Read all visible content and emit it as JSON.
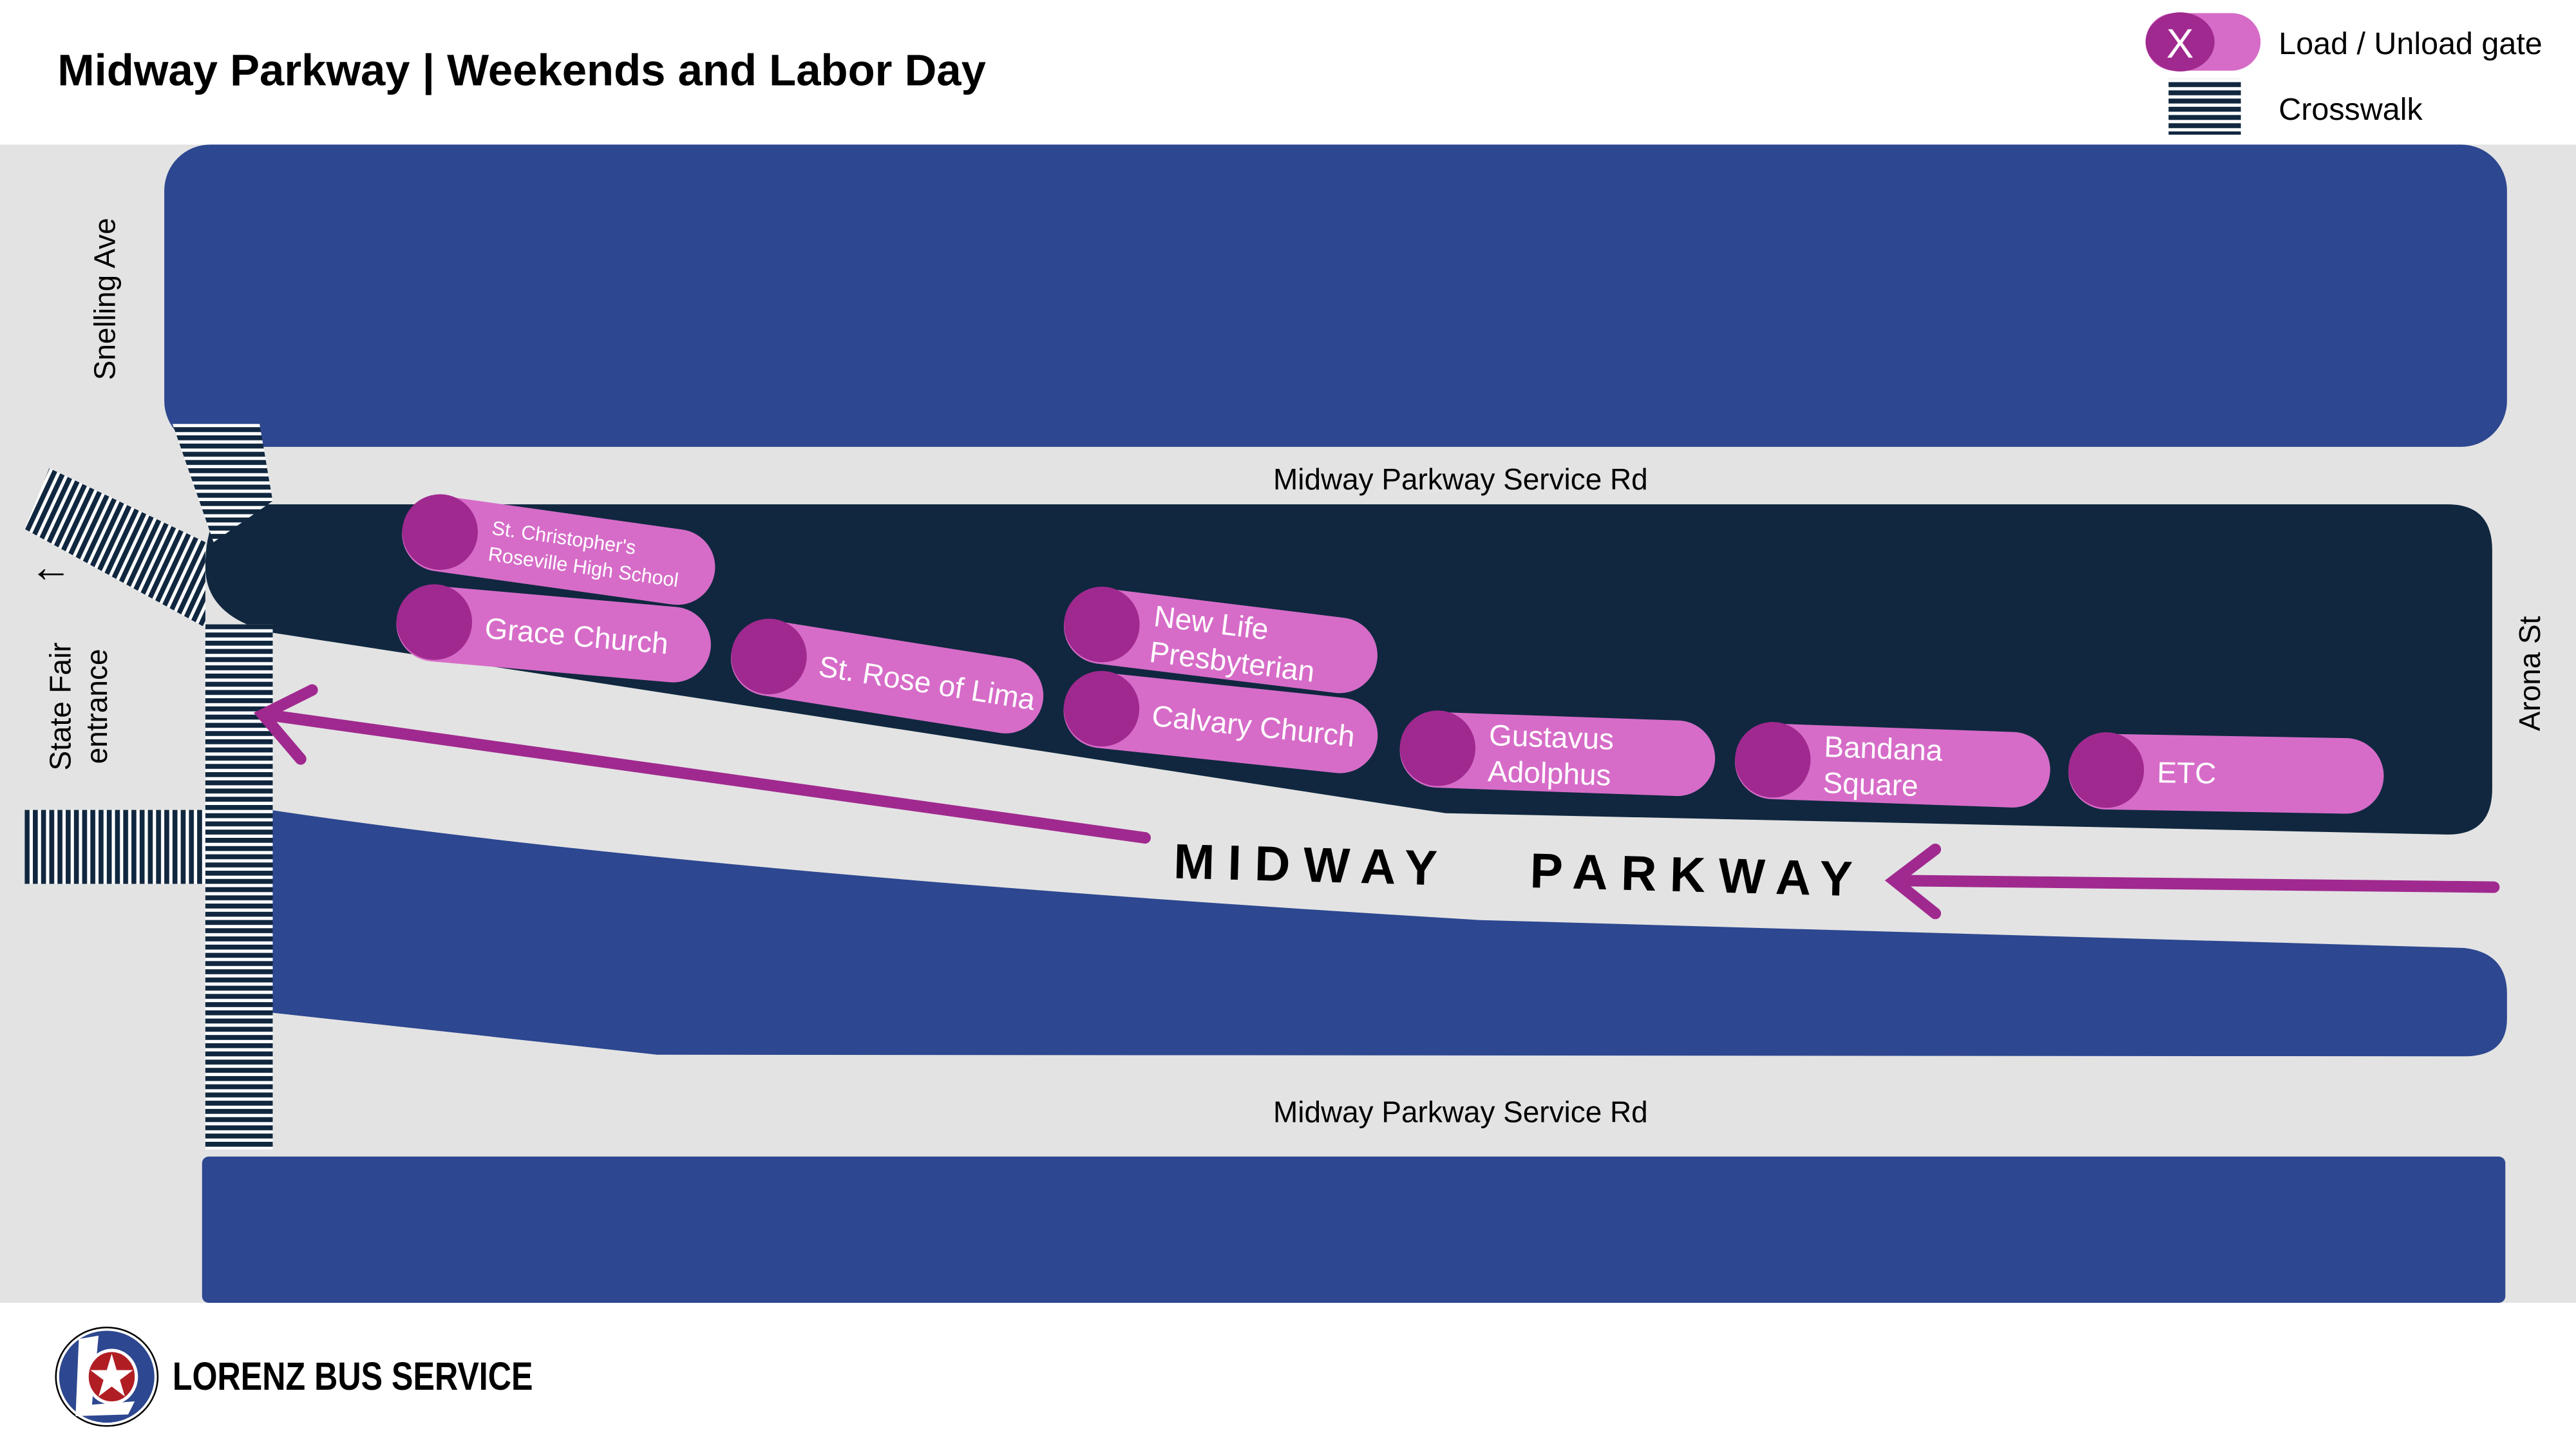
{
  "title": "Midway Parkway | Weekends and Labor Day",
  "legend": {
    "gate_label": "Load / Unload gate",
    "gate_marker": "X",
    "crosswalk_label": "Crosswalk"
  },
  "streets": {
    "snelling": "Snelling Ave",
    "service_rd_top": "Midway Parkway Service Rd",
    "service_rd_bottom": "Midway Parkway Service Rd",
    "arona": "Arona St",
    "parkway": "MIDWAY   PARKWAY",
    "state_fair_line1": "State Fair",
    "state_fair_line2": "entrance"
  },
  "gates": [
    {
      "line1": "St. Christopher's",
      "line2": "Roseville High School"
    },
    {
      "line1": "Grace Church",
      "line2": ""
    },
    {
      "line1": "St. Rose of Lima",
      "line2": ""
    },
    {
      "line1": "New Life",
      "line2": "Presbyterian"
    },
    {
      "line1": "Calvary Church",
      "line2": ""
    },
    {
      "line1": "Gustavus",
      "line2": "Adolphus"
    },
    {
      "line1": "Bandana",
      "line2": "Square"
    },
    {
      "line1": "ETC",
      "line2": ""
    }
  ],
  "footer": {
    "brand": "LORENZ BUS SERVICE"
  },
  "colors": {
    "road": "#e3e3e3",
    "block": "#2d4790",
    "median": "#10273f",
    "gate": "#d66cc8",
    "gate_dark": "#a0298f",
    "arrow": "#a0298f"
  }
}
